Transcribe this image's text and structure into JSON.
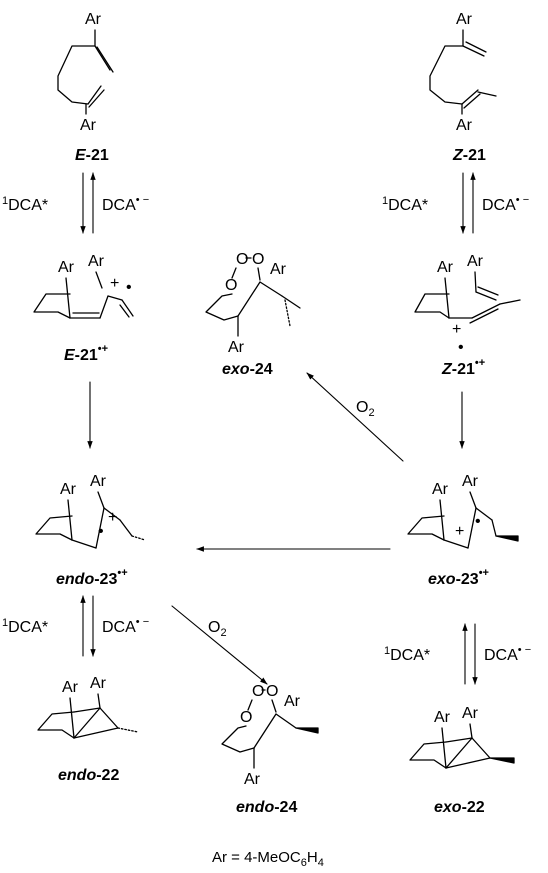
{
  "compounds": {
    "E21": {
      "prefix": "E",
      "number": "21",
      "superscript": ""
    },
    "Z21": {
      "prefix": "Z",
      "number": "21",
      "superscript": ""
    },
    "E21rc": {
      "prefix": "E",
      "number": "21",
      "superscript": "•+"
    },
    "Z21rc": {
      "prefix": "Z",
      "number": "21",
      "superscript": "•+"
    },
    "exo24": {
      "prefix": "exo",
      "number": "24",
      "superscript": ""
    },
    "endo23rc": {
      "prefix": "endo",
      "number": "23",
      "superscript": "•+"
    },
    "exo23rc": {
      "prefix": "exo",
      "number": "23",
      "superscript": "•+"
    },
    "endo22": {
      "prefix": "endo",
      "number": "22",
      "superscript": ""
    },
    "endo24": {
      "prefix": "endo",
      "number": "24",
      "superscript": ""
    },
    "exo22": {
      "prefix": "exo",
      "number": "22",
      "superscript": ""
    }
  },
  "labels": {
    "ar": "Ar",
    "o": "O",
    "plus": "+",
    "radical": "•",
    "dca_excited": "DCA*",
    "dca_excited_sup": "1",
    "dca_anion": "DCA",
    "dca_anion_sup": "• −",
    "o2": "O",
    "o2_sub": "2"
  },
  "footnote": {
    "prefix": "Ar = 4-MeOC",
    "sub1": "6",
    "mid": "H",
    "sub2": "4"
  }
}
